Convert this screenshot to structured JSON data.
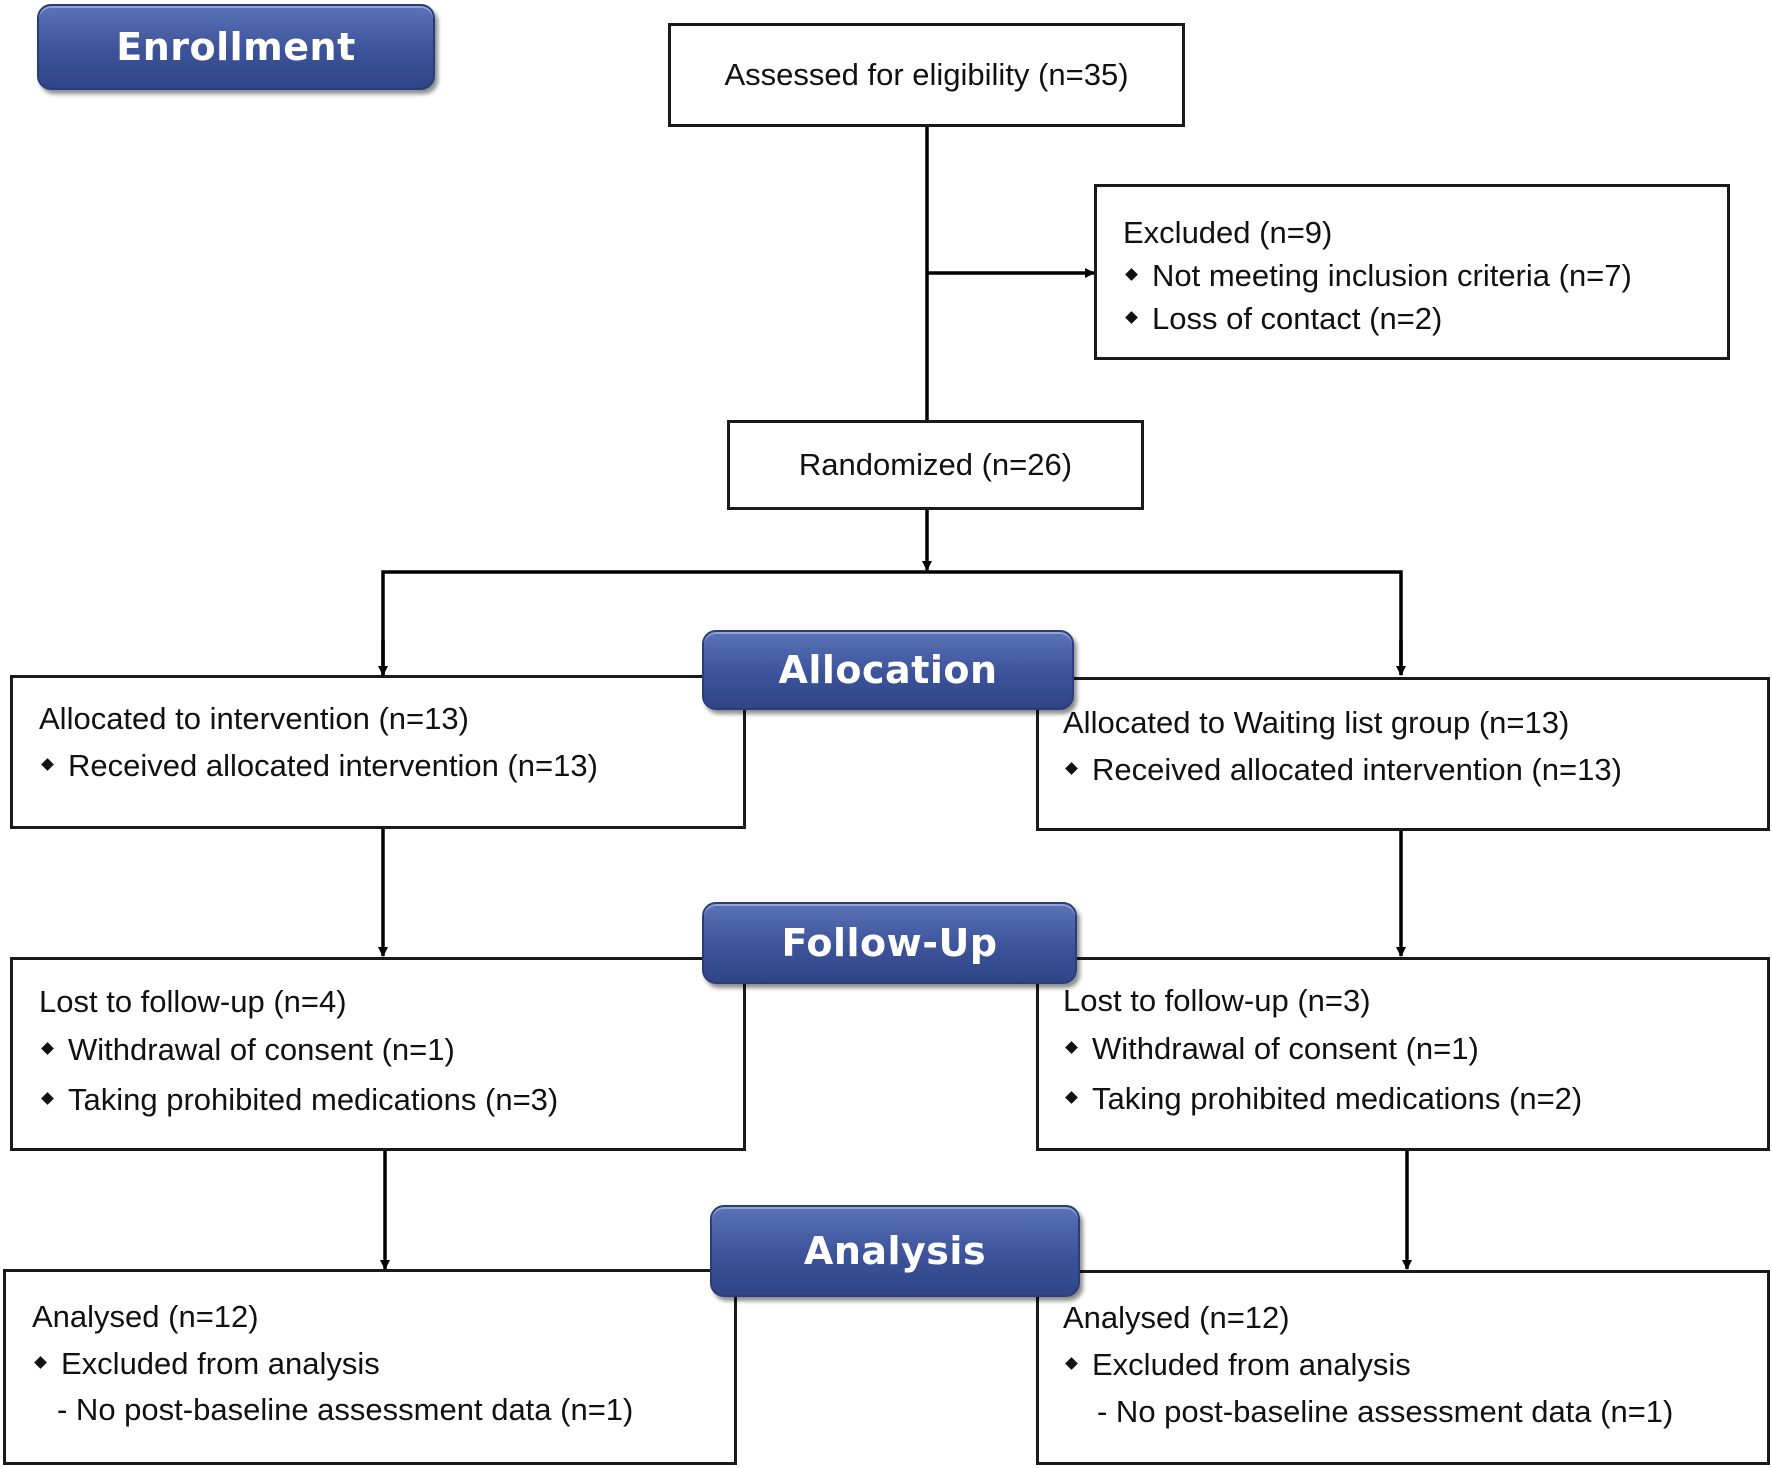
{
  "stages": {
    "enrollment": "Enrollment",
    "allocation": "Allocation",
    "follow_up": "Follow-Up",
    "analysis": "Analysis"
  },
  "assessed": "Assessed for eligibility (n=35)",
  "excluded": {
    "title": "Excluded (n=9)",
    "items": [
      "Not meeting inclusion criteria (n=7)",
      "Loss of contact (n=2)"
    ]
  },
  "randomized": "Randomized (n=26)",
  "intervention_arm": {
    "allocation": {
      "title": "Allocated to intervention (n=13)",
      "item": "Received allocated intervention (n=13)"
    },
    "follow_up": {
      "title": "Lost to follow-up (n=4)",
      "items": [
        "Withdrawal of consent (n=1)",
        "Taking prohibited medications (n=3)"
      ]
    },
    "analysis": {
      "title": "Analysed (n=12)",
      "item": "Excluded from analysis",
      "sub_item": "- No post-baseline assessment data (n=1)"
    }
  },
  "waiting_arm": {
    "allocation": {
      "title": "Allocated to Waiting list group (n=13)",
      "item": "Received allocated intervention (n=13)"
    },
    "follow_up": {
      "title": "Lost to follow-up (n=3)",
      "items": [
        "Withdrawal of consent (n=1)",
        "Taking prohibited medications (n=2)"
      ]
    },
    "analysis": {
      "title": "Analysed (n=12)",
      "item": "Excluded from analysis",
      "sub_item": "- No post-baseline assessment data (n=1)"
    }
  },
  "colors": {
    "stage_fill": "#3c539a",
    "line": "#000000"
  }
}
